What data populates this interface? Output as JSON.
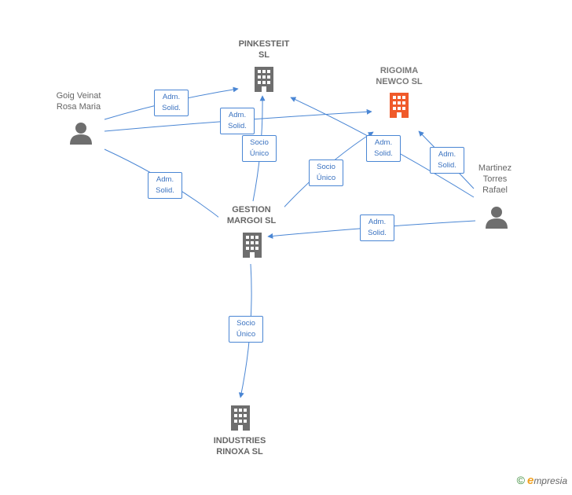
{
  "nodes": {
    "pinkesteit": {
      "line1": "PINKESTEIT",
      "line2": "SL"
    },
    "rigoima": {
      "line1": "RIGOIMA",
      "line2": "NEWCO  SL"
    },
    "gestion": {
      "line1": "GESTION",
      "line2": "MARGOI  SL"
    },
    "industries": {
      "line1": "INDUSTRIES",
      "line2": "RINOXA SL"
    },
    "goig": {
      "line1": "Goig Veinat",
      "line2": "Rosa Maria"
    },
    "martinez": {
      "line1": "Martinez",
      "line2": "Torres",
      "line3": "Rafael"
    }
  },
  "edges": {
    "goig_pinkesteit": {
      "l1": "Adm.",
      "l2": "Solid."
    },
    "goig_rigoima": {
      "l1": "Adm.",
      "l2": "Solid."
    },
    "goig_gestion": {
      "l1": "Adm.",
      "l2": "Solid."
    },
    "gestion_pinkesteit": {
      "l1": "Socio",
      "l2": "Único"
    },
    "gestion_rigoima": {
      "l1": "Socio",
      "l2": "Único"
    },
    "martinez_pinkesteit": {
      "l1": "Adm.",
      "l2": "Solid."
    },
    "martinez_rigoima": {
      "l1": "Adm.",
      "l2": "Solid."
    },
    "martinez_gestion": {
      "l1": "Adm.",
      "l2": "Solid."
    },
    "gestion_industries": {
      "l1": "Socio",
      "l2": "Único"
    }
  },
  "colors": {
    "edge": "#4a86d4",
    "company_icon": "#6e6e6e",
    "focus_icon": "#f05a2a",
    "person_icon": "#6e6e6e"
  },
  "footer": {
    "copyright": "©",
    "brand_initial": "e",
    "brand_rest": "mpresia"
  }
}
